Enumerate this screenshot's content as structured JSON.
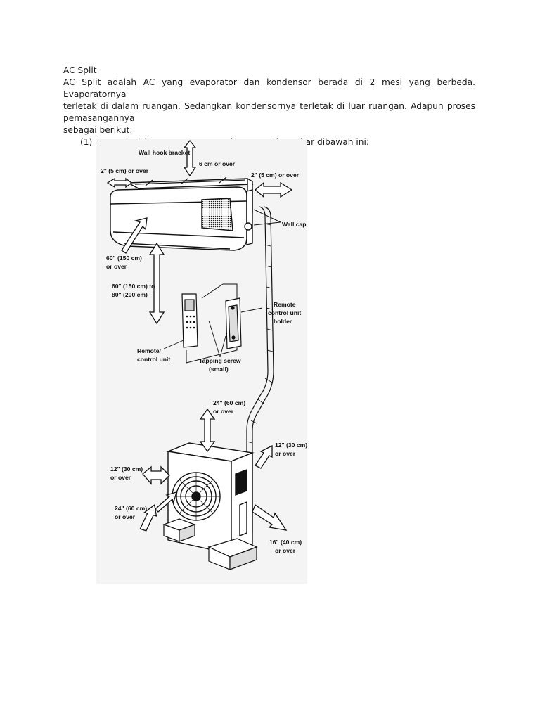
{
  "doc": {
    "title": "AC Split",
    "para": {
      "line1": "AC Split adalah AC yang evaporator dan kondensor berada di 2 mesi yang berbeda. Evaporatornya",
      "line2": "terletak di dalam ruangan. Sedangkan kondensornya terletak di luar ruangan. Adapun proses",
      "line3": "pemasangannya",
      "line4": "sebagai berikut:"
    },
    "list_item_1": "(1) Secara totalitas peasanganya akan seperti gambar dibawah ini:"
  },
  "figure": {
    "labels": {
      "wall_hook_bracket": "Wall hook bracket",
      "top_clearance": "6 cm or over",
      "left_clearance": "2\" (5 cm) or over",
      "right_clearance": "2\" (5 cm) or over",
      "wall_cap": "Wall cap",
      "front_l1": "60\" (150 cm)",
      "front_l2": "or over",
      "height_l1": "60\" (150 cm) to",
      "height_l2": "80\" (200 cm)",
      "holder_l1": "Remote",
      "holder_l2": "control unit",
      "holder_l3": "holder",
      "remote_l1": "Remote/",
      "remote_l2": "control unit",
      "screw_l1": "Tapping screw",
      "screw_l2": "(small)",
      "out_top_l1": "24\" (60 cm)",
      "out_top_l2": "or over",
      "out_right_l1": "12\" (30 cm)",
      "out_right_l2": "or over",
      "out_left_l1": "12\" (30 cm)",
      "out_left_l2": "or over",
      "out_front_l1": "24\" (60 cm)",
      "out_front_l2": "or over",
      "out_back_l1": "16\" (40 cm)",
      "out_back_l2": "or over"
    }
  }
}
